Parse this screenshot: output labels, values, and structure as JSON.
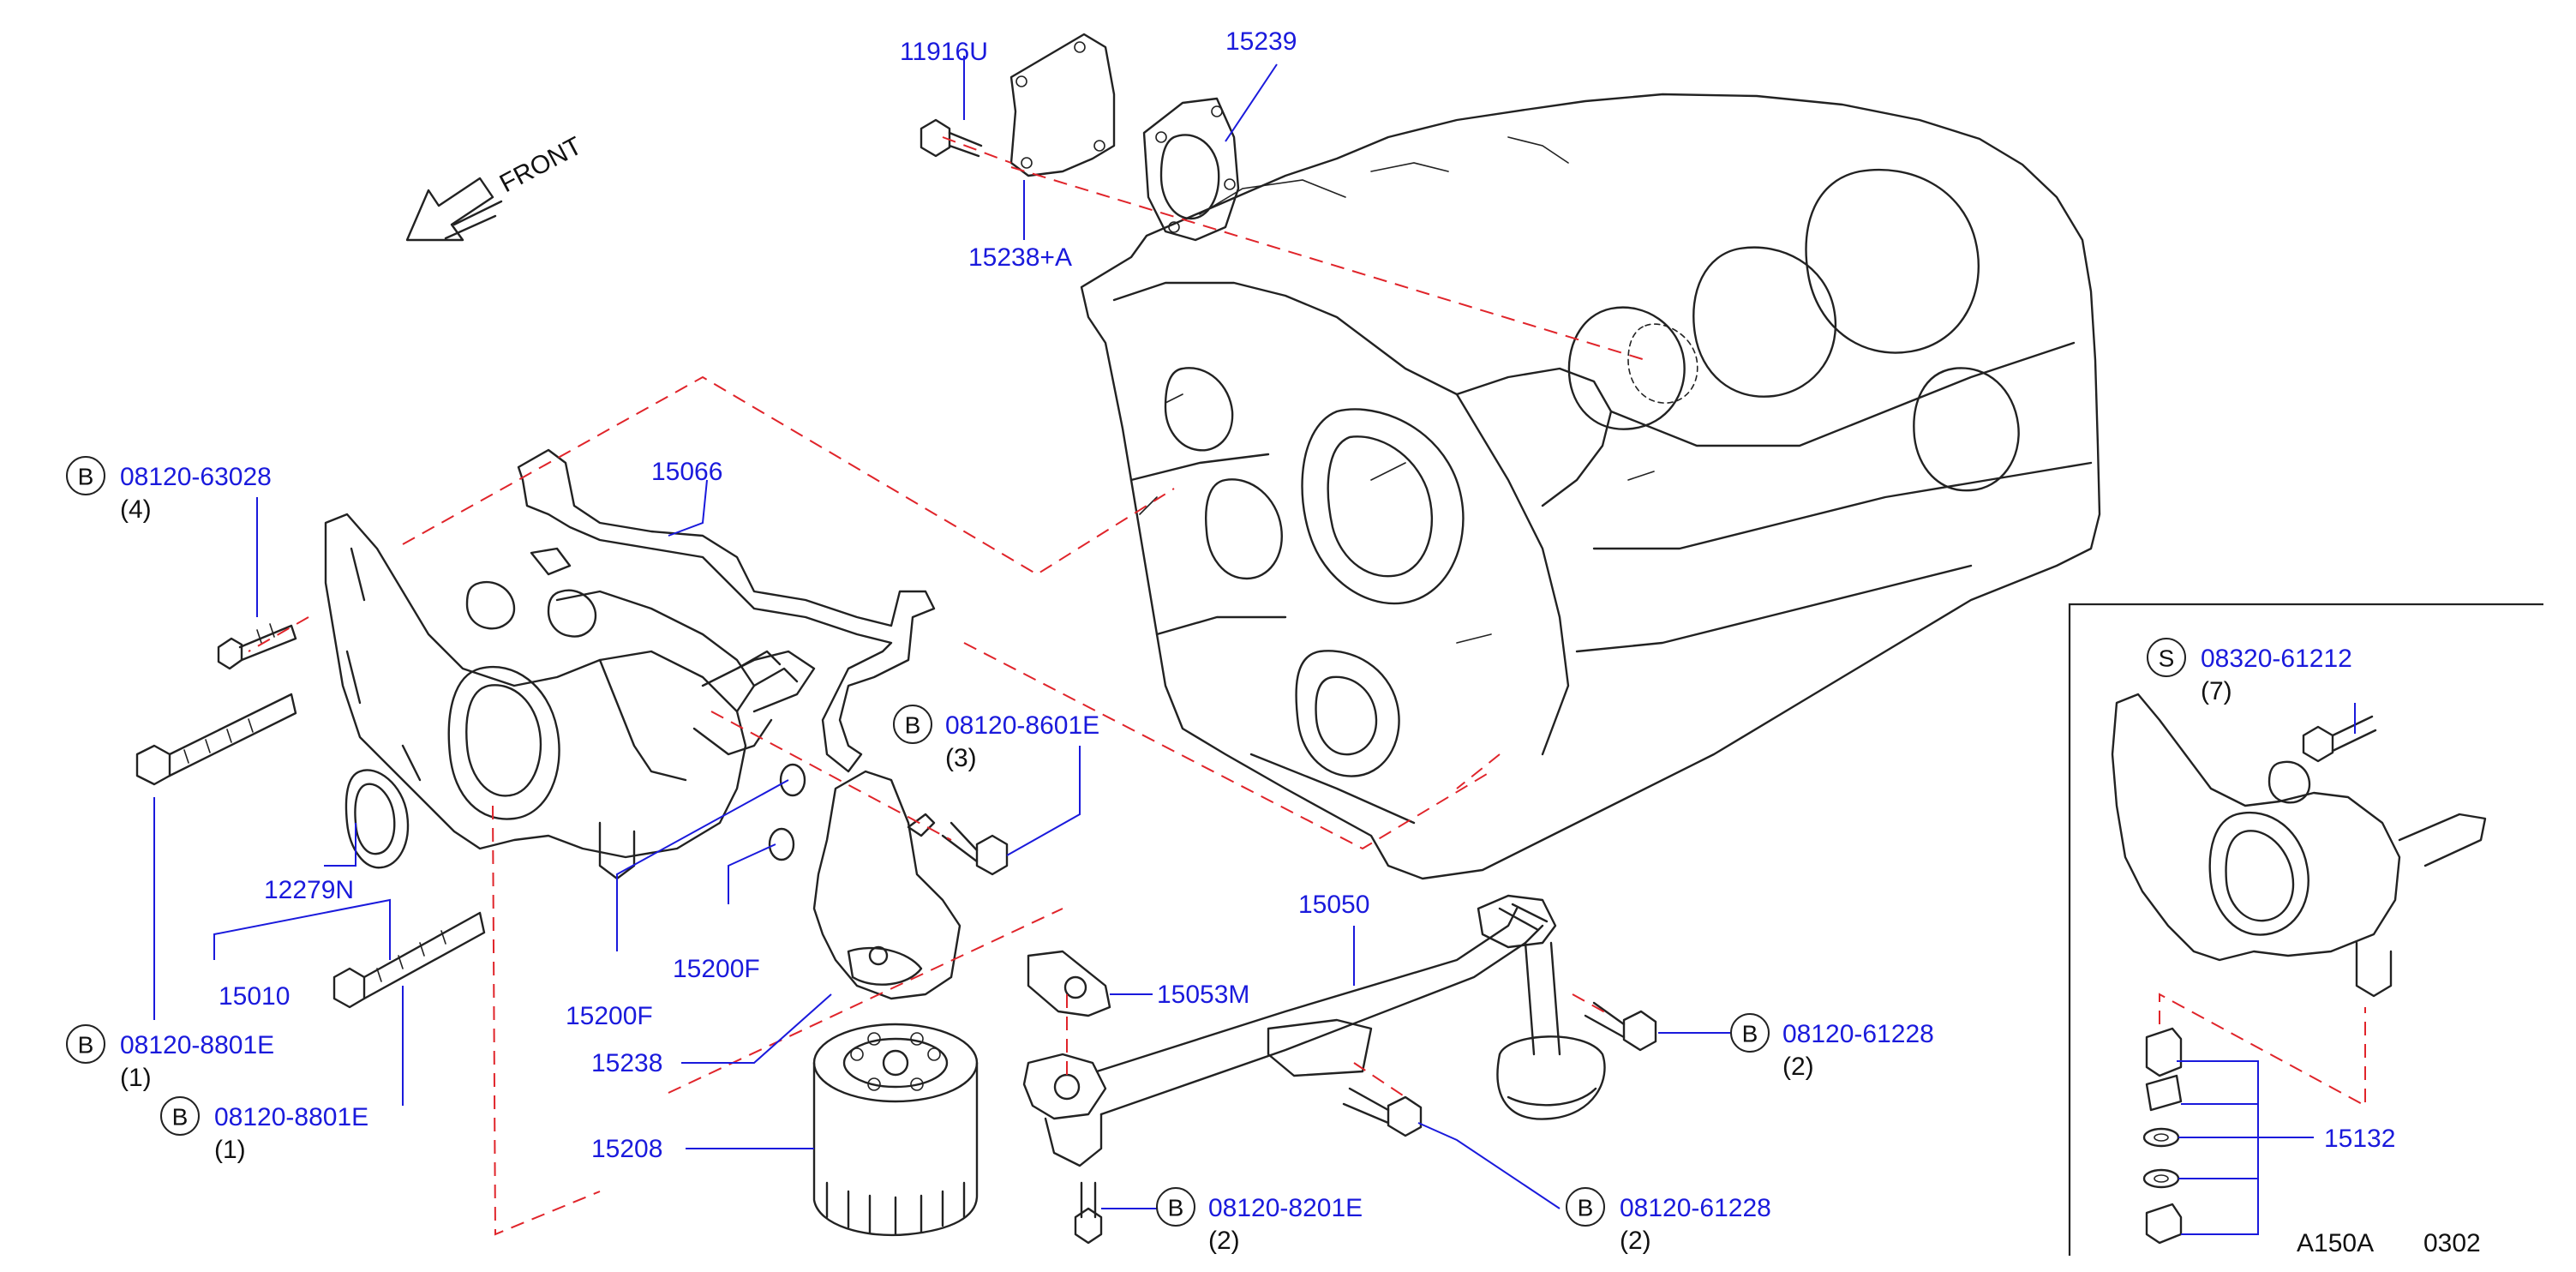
{
  "front_label": "FRONT",
  "code": {
    "left": "A150A",
    "right": "0302"
  },
  "callouts": {
    "p11916U": "11916U",
    "p15239": "15239",
    "p15238A": "15238+A",
    "p15066": "15066",
    "b1": {
      "letter": "B",
      "part": "08120-63028",
      "qty": "(4)"
    },
    "b2": {
      "letter": "B",
      "part": "08120-8601E",
      "qty": "(3)"
    },
    "p12279N": "12279N",
    "p15010": "15010",
    "b3": {
      "letter": "B",
      "part": "08120-8801E",
      "qty": "(1)"
    },
    "b4": {
      "letter": "B",
      "part": "08120-8801E",
      "qty": "(1)"
    },
    "p15200F_a": "15200F",
    "p15200F_b": "15200F",
    "p15238": "15238",
    "p15208": "15208",
    "p15050": "15050",
    "p15053M": "15053M",
    "b5": {
      "letter": "B",
      "part": "08120-61228",
      "qty": "(2)"
    },
    "b6": {
      "letter": "B",
      "part": "08120-61228",
      "qty": "(2)"
    },
    "b7": {
      "letter": "B",
      "part": "08120-8201E",
      "qty": "(2)"
    },
    "s1": {
      "letter": "S",
      "part": "08320-61212",
      "qty": "(7)"
    },
    "p15132": "15132"
  },
  "colors": {
    "part_number": "#1a1adc",
    "leader": "#1a1adc",
    "reference_line": "#e0242a",
    "drawing": "#222222"
  }
}
